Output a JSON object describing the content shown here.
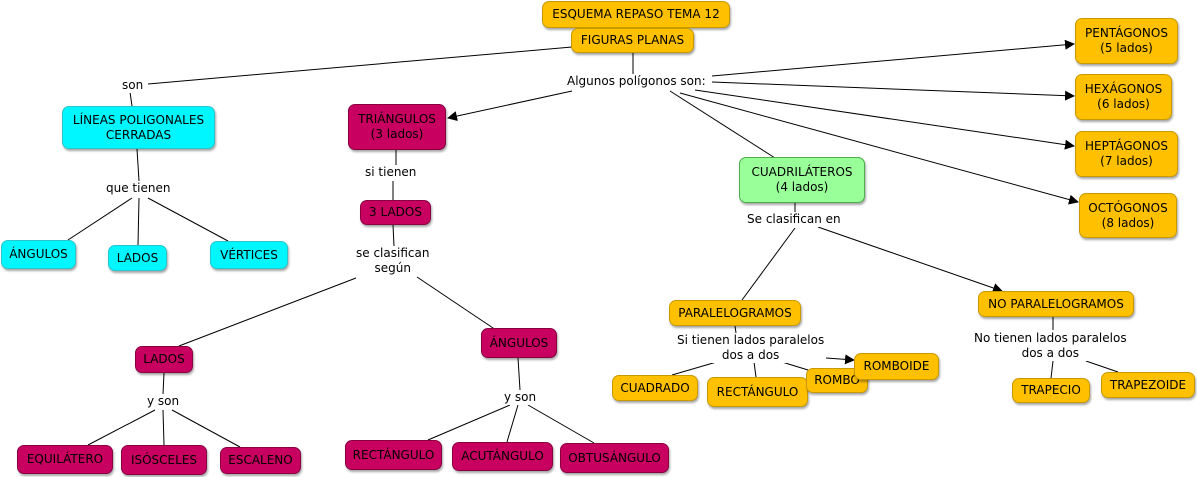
{
  "nodes": {
    "title": "ESQUEMA REPASO TEMA 12",
    "figuras": "FIGURAS PLANAS",
    "lineas": [
      "LÍNEAS POLIGONALES",
      "CERRADAS"
    ],
    "angulos_l": "ÁNGULOS",
    "lados_l": "LADOS",
    "vertices": "VÉRTICES",
    "triangulos": [
      "TRIÁNGULOS",
      "(3 lados)"
    ],
    "tres_lados": "3 LADOS",
    "lados_t": "LADOS",
    "angulos_t": "ÁNGULOS",
    "equilatero": "EQUILÁTERO",
    "isosceles": "ISÓSCELES",
    "escaleno": "ESCALENO",
    "rectangulo_t": "RECTÁNGULO",
    "acutangulo": "ACUTÁNGULO",
    "obtusangulo": "OBTUSÁNGULO",
    "cuadrilateros": [
      "CUADRILÁTEROS",
      "(4 lados)"
    ],
    "paralelogramos": "PARALELOGRAMOS",
    "no_paralelogramos": "NO PARALELOGRAMOS",
    "cuadrado": "CUADRADO",
    "rectangulo_p": "RECTÁNGULO",
    "rombo": "ROMBO",
    "romboide": "ROMBOIDE",
    "trapecio": "TRAPECIO",
    "trapezoide": "TRAPEZOIDE",
    "pentagonos": [
      "PENTÁGONOS",
      "(5 lados)"
    ],
    "hexagonos": [
      "HEXÁGONOS",
      "(6 lados)"
    ],
    "heptagonos": [
      "HEPTÁGONOS",
      "(7 lados)"
    ],
    "octogonos": [
      "OCTÓGONOS",
      "(8 lados)"
    ]
  },
  "labels": {
    "son": "son",
    "algunos": "Algunos polígonos son:",
    "que_tienen": "que tienen",
    "si_tienen": "si tienen",
    "se_clasifican_segun": [
      "se clasifican",
      "según"
    ],
    "y_son_1": "y son",
    "y_son_2": "y son",
    "se_clasifican_en": "Se clasifican en",
    "si_paralelos": [
      "Si tienen lados paralelos",
      "dos a dos"
    ],
    "no_paralelos": [
      "No tienen lados paralelos",
      "dos a dos"
    ]
  },
  "colors": {
    "orange": "#ffc000",
    "cyan": "#00f7ff",
    "magenta": "#c8005f",
    "green": "#99ff99",
    "line": "#000000"
  }
}
